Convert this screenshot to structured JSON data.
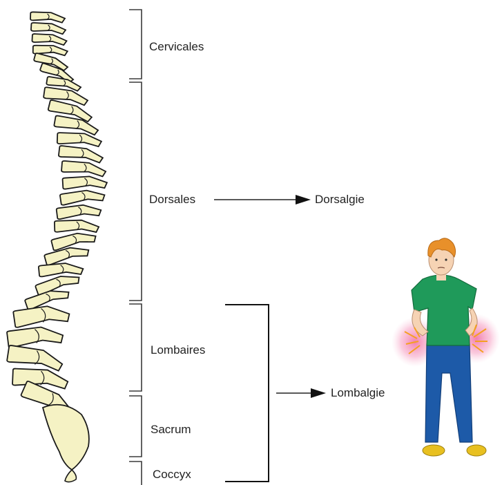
{
  "regions": [
    {
      "id": "cervicales",
      "label": "Cervicales"
    },
    {
      "id": "dorsales",
      "label": "Dorsales"
    },
    {
      "id": "lombaires",
      "label": "Lombaires"
    },
    {
      "id": "sacrum",
      "label": "Sacrum"
    },
    {
      "id": "coccyx",
      "label": "Coccyx"
    }
  ],
  "conditions": {
    "dorsal": "Dorsalgie",
    "lumbar": "Lombalgie"
  },
  "colors": {
    "bone_fill": "#f5f2c4",
    "bone_outline": "#1a1a1a",
    "bracket": "#3a3a3a",
    "arrow": "#111111",
    "shirt": "#1f9a5a",
    "pants": "#1d5aa8",
    "hair": "#e8902a",
    "skin": "#f6d3b4",
    "pain_glow": "#f06aa0",
    "pain_spark": "#f4a020",
    "shoes": "#e8c020"
  }
}
